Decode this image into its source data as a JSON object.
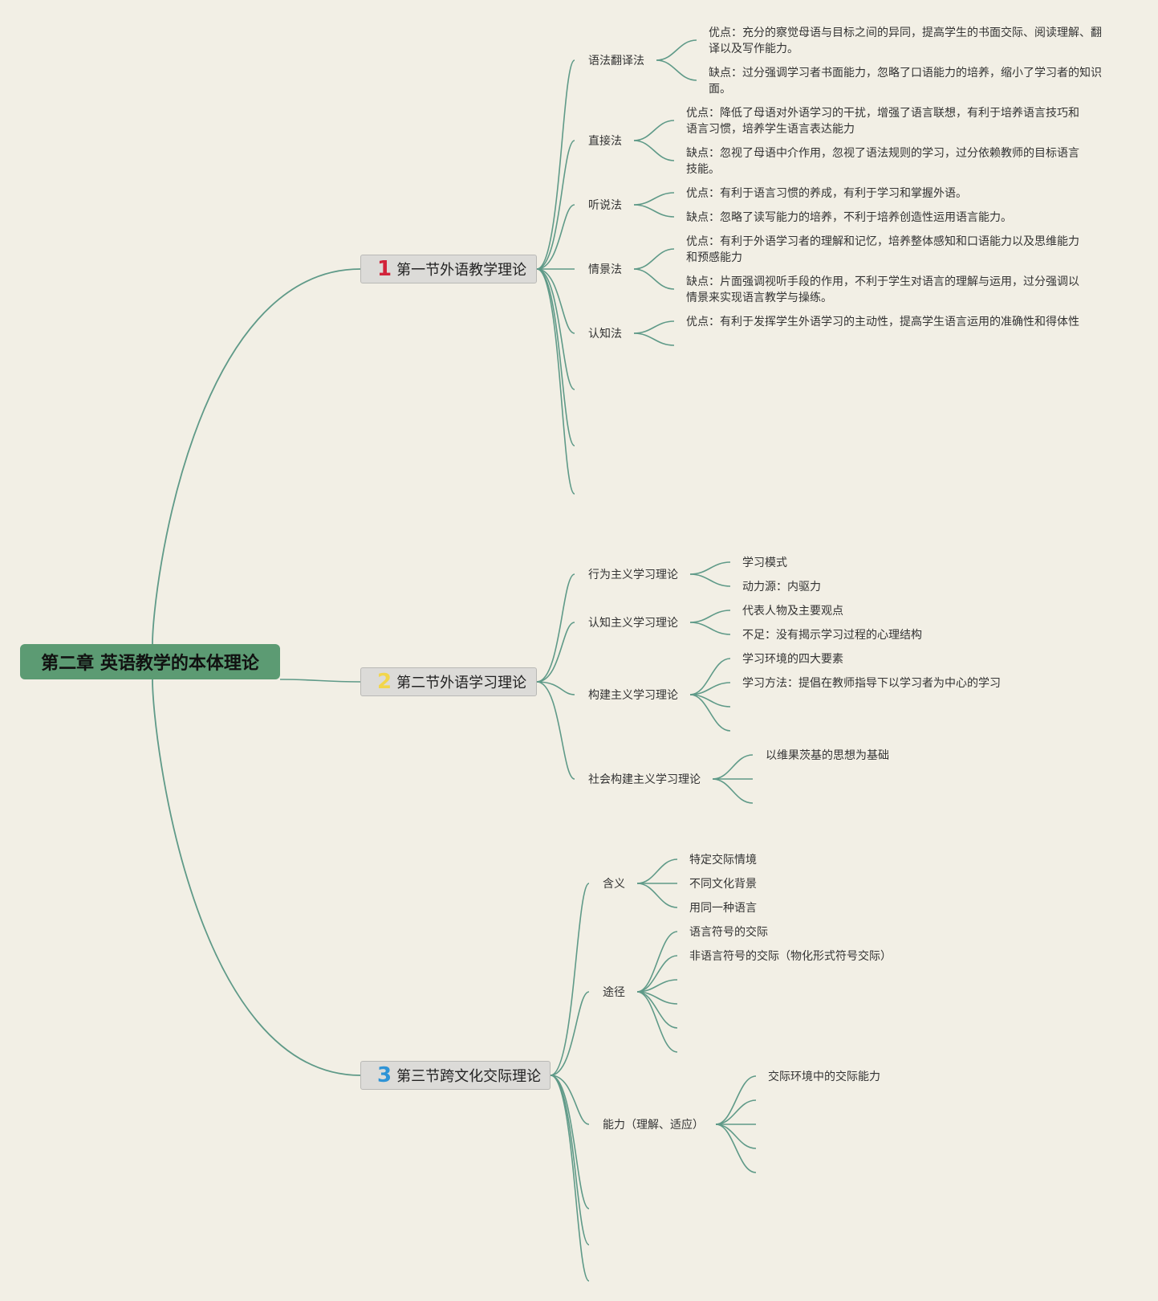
{
  "root": {
    "title": "第二章 英语教学的本体理论"
  },
  "colors": {
    "line": "#5f9a88",
    "root_bg": "#5c9b73",
    "num1": "#d2233a",
    "num2": "#f2d64b",
    "num3": "#2f94d6"
  },
  "sections": [
    {
      "num": "1",
      "label": "第一节外语教学理论",
      "topics": [
        {
          "label": "语法翻译法",
          "items": [
            "优点：充分的察觉母语与目标之间的异同，提高学生的书面交际、阅读理解、翻译以及写作能力。",
            "缺点：过分强调学习者书面能力，忽略了口语能力的培养，缩小了学习者的知识面。"
          ]
        },
        {
          "label": "直接法",
          "items": [
            "优点：降低了母语对外语学习的干扰，增强了语言联想，有利于培养语言技巧和语言习惯，培养学生语言表达能力",
            "缺点：忽视了母语中介作用，忽视了语法规则的学习，过分依赖教师的目标语言技能。"
          ]
        },
        {
          "label": "听说法",
          "items": [
            "优点：有利于语言习惯的养成，有利于学习和掌握外语。",
            "缺点：忽略了读写能力的培养，不利于培养创造性运用语言能力。"
          ]
        },
        {
          "label": "情景法",
          "items": [
            "优点：有利于外语学习者的理解和记忆，培养整体感知和口语能力以及思维能力和预感能力",
            "缺点：片面强调视听手段的作用，不利于学生对语言的理解与运用，过分强调以情景来实现语言教学与操练。"
          ]
        },
        {
          "label": "认知法",
          "items": [
            "优点：有利于发挥学生外语学习的主动性，提高学生语言运用的准确性和得体性"
          ]
        }
      ]
    },
    {
      "num": "2",
      "label": "第二节外语学习理论",
      "topics": [
        {
          "label": "行为主义学习理论",
          "items": [
            "学习模式",
            "动力源：内驱力"
          ]
        },
        {
          "label": "认知主义学习理论",
          "items": [
            "代表人物及主要观点",
            "不足：没有揭示学习过程的心理结构"
          ]
        },
        {
          "label": "构建主义学习理论",
          "items": [
            "学习环境的四大要素",
            "学习方法：提倡在教师指导下以学习者为中心的学习"
          ]
        },
        {
          "label": "社会构建主义学习理论",
          "items": [
            "以维果茨基的思想为基础"
          ]
        }
      ]
    },
    {
      "num": "3",
      "label": "第三节跨文化交际理论",
      "topics": [
        {
          "label": "含义",
          "items": [
            "特定交际情境",
            "不同文化背景",
            "用同一种语言"
          ]
        },
        {
          "label": "途径",
          "items": [
            "语言符号的交际",
            "非语言符号的交际（物化形式符号交际）"
          ]
        },
        {
          "label": "能力（理解、适应）",
          "items": [
            "交际环境中的交际能力"
          ]
        }
      ]
    }
  ]
}
